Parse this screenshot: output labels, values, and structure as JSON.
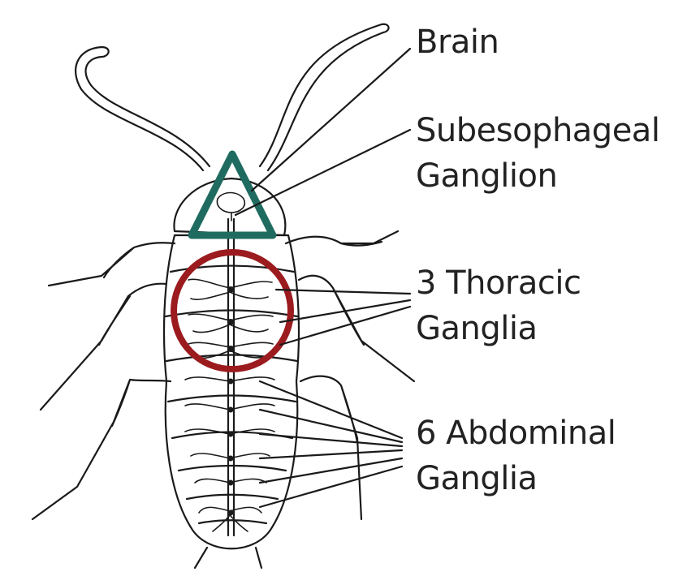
{
  "labels": {
    "brain": "Brain",
    "subesophageal_line1": "Subesophageal",
    "subesophageal_line2": "Ganglion",
    "thoracic_line1": "3 Thoracic",
    "thoracic_line2": "Ganglia",
    "abdominal_line1": "6 Abdominal",
    "abdominal_line2": "Ganglia"
  },
  "highlights": {
    "triangle_color": "#1f6b60",
    "circle_color": "#9b1b1f"
  },
  "line_color": "#1a1a1a"
}
